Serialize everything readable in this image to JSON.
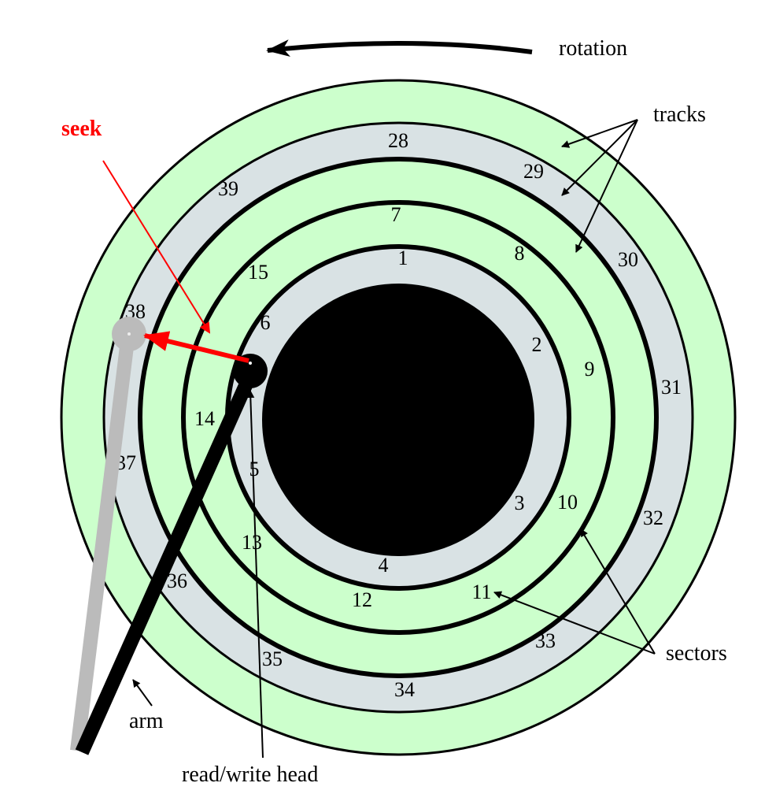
{
  "labels": {
    "rotation": "rotation",
    "tracks": "tracks",
    "seek": "seek",
    "sectors": "sectors",
    "arm": "arm",
    "head": "read/write head"
  },
  "sectors": {
    "s1": "1",
    "s2": "2",
    "s3": "3",
    "s4": "4",
    "s5": "5",
    "s6": "6",
    "s7": "7",
    "s8": "8",
    "s9": "9",
    "s10": "10",
    "s11": "11",
    "s12": "12",
    "s13": "13",
    "s14": "14",
    "s15": "15",
    "s28": "28",
    "s29": "29",
    "s30": "30",
    "s31": "31",
    "s32": "32",
    "s33": "33",
    "s34": "34",
    "s35": "35",
    "s36": "36",
    "s37": "37",
    "s38": "38",
    "s39": "39"
  },
  "colors": {
    "track_green": "#ccffcc",
    "track_grey": "#d9e2e4",
    "spindle": "#000000",
    "seek": "#ff0000",
    "old_arm": "#bbbbbb",
    "arm": "#000000"
  }
}
